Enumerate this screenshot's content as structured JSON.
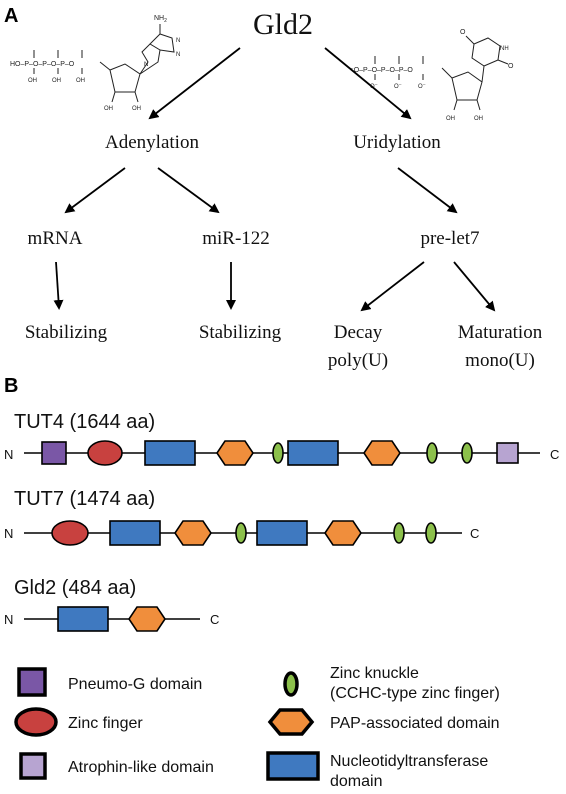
{
  "colors": {
    "pneumo_g": "#7a57a6",
    "zinc_finger": "#c8413f",
    "atrophin": "#b7a4d1",
    "zinc_knuckle": "#8cc04b",
    "pap": "#f08e3c",
    "nucleotidyl": "#3f79c0"
  },
  "panel_a": {
    "label": "A",
    "center_title": "Gld2",
    "left_molecule": {
      "amine": "NH",
      "amine_sub": "2",
      "phosphate_chain": "HO–P–O–P–O–P–O",
      "oh": "OH",
      "oh_left": "OH",
      "oh_right": "OH"
    },
    "right_molecule": {
      "phosphate_chain": "⁻O–P–O–P–O–P–O",
      "o_minus": "O⁻",
      "oh_left": "OH",
      "oh_right": "OH",
      "o_top": "O",
      "o_right": "O",
      "nh": "NH"
    },
    "branches": {
      "adenylation": "Adenylation",
      "uridylation": "Uridylation"
    },
    "targets": {
      "mrna": "mRNA",
      "mir122": "miR-122",
      "prelet7": "pre-let7"
    },
    "outcomes": {
      "stab1": "Stabilizing",
      "stab2": "Stabilizing",
      "decay_line1": "Decay",
      "decay_line2": "poly(U)",
      "mat_line1": "Maturation",
      "mat_line2": "mono(U)"
    }
  },
  "panel_b": {
    "label": "B",
    "proteins": [
      {
        "name": "TUT4 (1644 aa)",
        "n_label": "N",
        "c_label": "C",
        "domains": [
          "pneumo-g",
          "zinc-finger",
          "nucleotidyltransferase",
          "pap-associated",
          "zinc-knuckle",
          "nucleotidyltransferase",
          "pap-associated",
          "zinc-knuckle",
          "zinc-knuckle",
          "atrophin-like"
        ]
      },
      {
        "name": "TUT7 (1474 aa)",
        "n_label": "N",
        "c_label": "C",
        "domains": [
          "zinc-finger",
          "nucleotidyltransferase",
          "pap-associated",
          "zinc-knuckle",
          "nucleotidyltransferase",
          "pap-associated",
          "zinc-knuckle",
          "zinc-knuckle"
        ]
      },
      {
        "name": "Gld2 (484 aa)",
        "n_label": "N",
        "c_label": "C",
        "domains": [
          "nucleotidyltransferase",
          "pap-associated"
        ]
      }
    ],
    "legend": [
      {
        "key": "pneumo-g",
        "label": "Pneumo-G domain"
      },
      {
        "key": "zinc-finger",
        "label": "Zinc finger"
      },
      {
        "key": "atrophin-like",
        "label": "Atrophin-like domain"
      },
      {
        "key": "zinc-knuckle",
        "label_line1": "Zinc knuckle",
        "label_line2": "(CCHC-type zinc finger)"
      },
      {
        "key": "pap-associated",
        "label": "PAP-associated domain"
      },
      {
        "key": "nucleotidyltransferase",
        "label_line1": "Nucleotidyltransferase",
        "label_line2": "domain"
      }
    ]
  }
}
